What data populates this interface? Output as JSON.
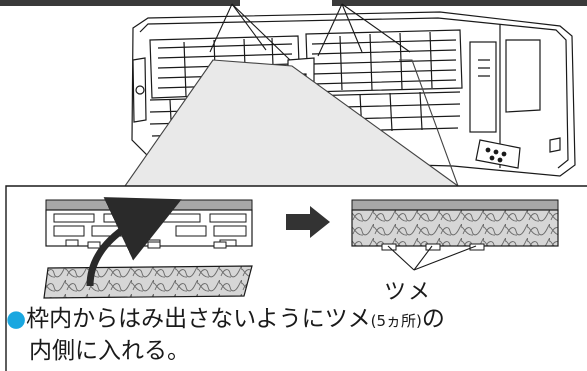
{
  "labels": {
    "claw": "ツメ"
  },
  "instruction": {
    "bullet": "●",
    "text_a": "枠内からはみ出さないようにツメ",
    "paren": "(5ヵ所)",
    "text_b": "の",
    "line2": "内側に入れる。"
  },
  "colors": {
    "bullet": "#1aa7e0",
    "rail": "#a8a8a8",
    "filter_fill": "#cfcfcf",
    "line": "#1a1a1a"
  }
}
